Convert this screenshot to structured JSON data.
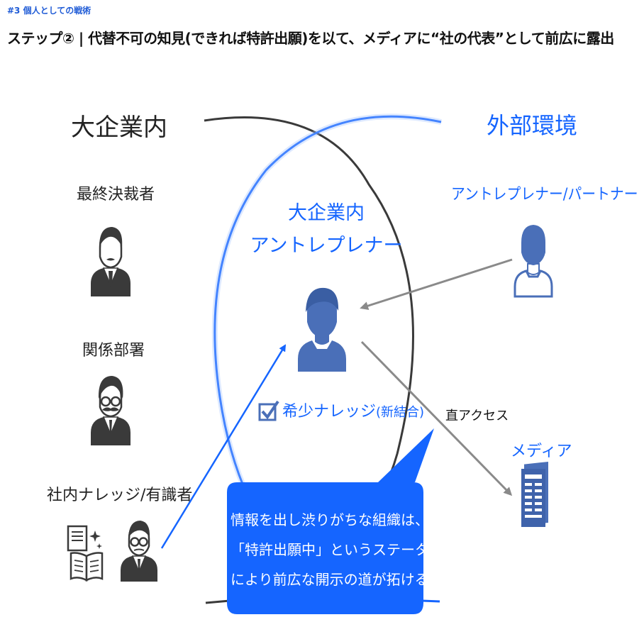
{
  "header": {
    "section_tag": "#3 個人としての戦術",
    "title": "ステップ② | 代替不可の知見(できれば特許出願)を以て、メディアに“社の代表”として前広に露出"
  },
  "left": {
    "heading": "大企業内",
    "roles": [
      {
        "label": "最終決裁者",
        "icon": "businessman-icon"
      },
      {
        "label": "関係部署",
        "icon": "mustache-man-icon"
      },
      {
        "label": "社内ナレッジ/有識者",
        "icon": "glasses-man-icon"
      }
    ],
    "book_icon": "open-book-icon"
  },
  "right": {
    "heading": "外部環境",
    "partner": {
      "label": "アントレプレナー/パートナー",
      "icon": "person-outline-icon"
    },
    "media": {
      "label": "メディア",
      "icon": "newspaper-icon"
    }
  },
  "center": {
    "title_line1": "大企業内",
    "title_line2": "アントレプレナー",
    "person_icon": "person-icon",
    "knowledge_label": "希少ナレッジ",
    "knowledge_sub": "(新結合)",
    "check_icon": "checkbox-icon"
  },
  "arrow_label": "直アクセス",
  "callout": {
    "lines": [
      "情報を出し渋りがちな組織は、",
      "「特許出願中」というステータス",
      "により前広な開示の道が拓ける"
    ]
  },
  "colors": {
    "accent": "#1565ff",
    "dark": "#3a3a3a",
    "arrow_gray": "#8a8a8a",
    "icon_blue": "#4a6fb8"
  }
}
